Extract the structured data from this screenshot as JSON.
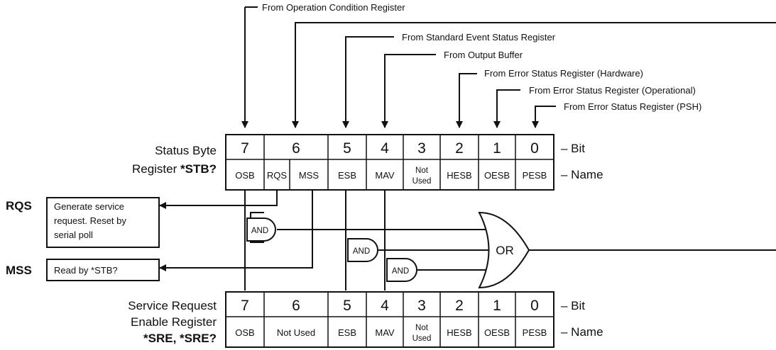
{
  "sources": {
    "operation_condition": "From Operation Condition Register",
    "standard_event": "From Standard Event Status Register",
    "output_buffer": "From Output Buffer",
    "error_hardware": "From Error Status Register (Hardware)",
    "error_operational": "From Error Status Register (Operational)",
    "error_psh": "From Error Status Register (PSH)"
  },
  "stb": {
    "title_line1": "Status Byte",
    "title_line2_prefix": "Register ",
    "title_line2_cmd": "*STB?",
    "bits": [
      "7",
      "6",
      "5",
      "4",
      "3",
      "2",
      "1",
      "0"
    ],
    "names": [
      "OSB",
      "RQS",
      "MSS",
      "ESB",
      "MAV",
      "Not",
      "Used",
      "HESB",
      "OESB",
      "PESB"
    ],
    "bit_label": "– Bit",
    "name_label": "– Name"
  },
  "rqs": {
    "tag": "RQS",
    "line1": "Generate service",
    "line2": "request. Reset by",
    "line3": "serial poll"
  },
  "mss": {
    "tag": "MSS",
    "text": "Read by *STB?"
  },
  "gates": {
    "and1": "AND",
    "and2": "AND",
    "and3": "AND",
    "or": "OR"
  },
  "sre": {
    "title_line1": "Service Request",
    "title_line2": "Enable Register",
    "title_line3": "*SRE, *SRE?",
    "bits": [
      "7",
      "6",
      "5",
      "4",
      "3",
      "2",
      "1",
      "0"
    ],
    "names": [
      "OSB",
      "Not Used",
      "ESB",
      "MAV",
      "Not",
      "Used",
      "HESB",
      "OESB",
      "PESB"
    ],
    "bit_label": "– Bit",
    "name_label": "– Name"
  }
}
